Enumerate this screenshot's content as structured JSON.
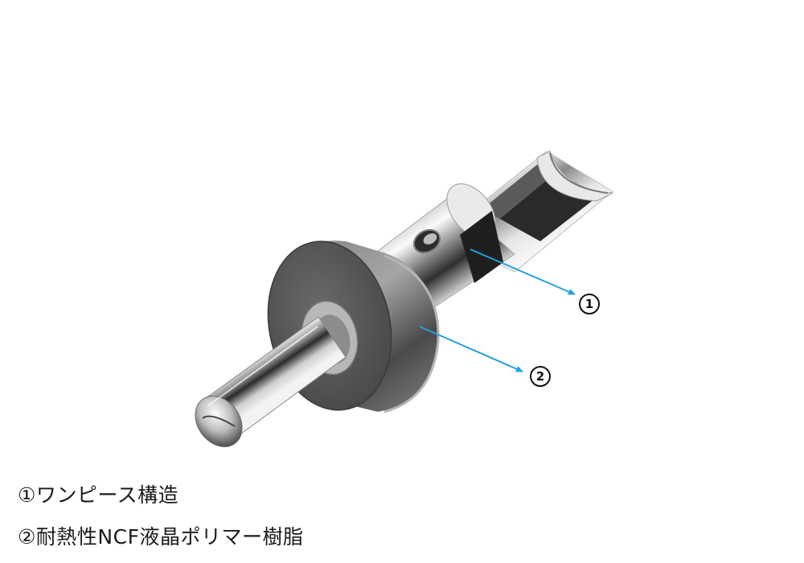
{
  "callouts": [
    {
      "number": "1",
      "caption": "①ワンピース構造"
    },
    {
      "number": "2",
      "caption": "②耐熱性NCF液晶ポリマー樹脂"
    }
  ],
  "colors": {
    "arrow": "#1fa3df",
    "ring": "#5a5a5a",
    "metal": "#c8c8c8"
  }
}
